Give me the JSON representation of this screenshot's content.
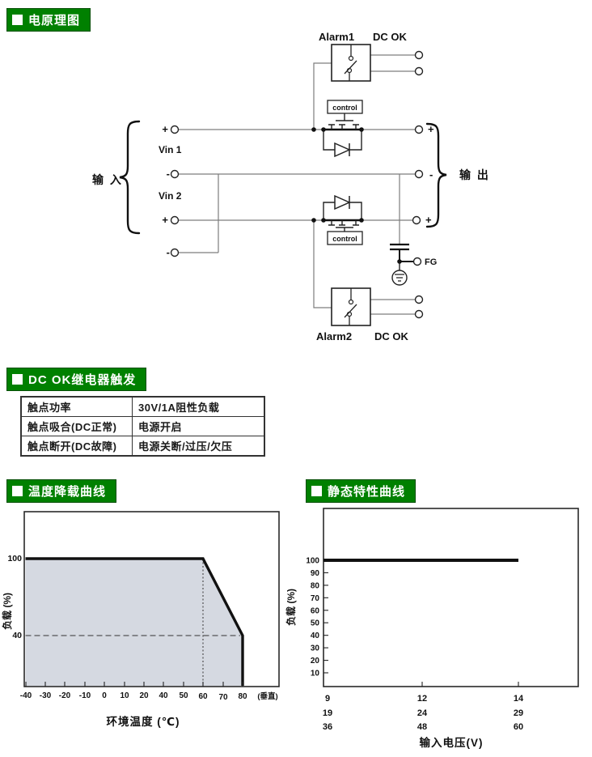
{
  "headers": {
    "schematic": "电原理图",
    "relay": "DC OK继电器触发",
    "derating": "温度降载曲线",
    "static_curve": "静态特性曲线"
  },
  "schematic": {
    "alarm1": "Alarm1",
    "alarm1_dcok": "DC OK",
    "alarm2": "Alarm2",
    "alarm2_dcok": "DC OK",
    "control1": "control",
    "control2": "control",
    "vin1": "Vin 1",
    "vin2": "Vin 2",
    "input": "输 入",
    "output": "输 出",
    "fg": "FG",
    "in1_plus": "+",
    "in1_minus": "-",
    "in2_plus": "+",
    "in2_minus": "-",
    "out1_plus": "+",
    "out_minus": "-",
    "out2_plus": "+"
  },
  "relay_table": {
    "rows": [
      {
        "label": "触点功率",
        "value": "30V/1A阻性负载"
      },
      {
        "label": "触点吸合(DC正常)",
        "value": "电源开启"
      },
      {
        "label": "触点断开(DC故障)",
        "value": "电源关断/过压/欠压"
      }
    ]
  },
  "chart_data": [
    {
      "type": "area",
      "title": "温度降载曲线",
      "xlabel": "环境温度 (℃)",
      "ylabel": "负载 (%)",
      "x_ticks": [
        "-40",
        "-30",
        "-20",
        "-10",
        "0",
        "10",
        "20",
        "40",
        "50",
        "60",
        "70",
        "80"
      ],
      "x_axis_note": "(垂直)",
      "y_ticks": [
        "100",
        "40"
      ],
      "ylim": [
        0,
        140
      ],
      "xlim": [
        -40,
        95
      ],
      "grid": "off",
      "area_fill": "#d5d9e1",
      "points": [
        {
          "temp_c": -40,
          "load_pct": 100
        },
        {
          "temp_c": 60,
          "load_pct": 100
        },
        {
          "temp_c": 80,
          "load_pct": 40
        },
        {
          "temp_c": 80,
          "load_pct": 0
        }
      ],
      "annotations": [
        "dashed horizontal guide at 40%",
        "dotted vertical guide at 60°C"
      ]
    },
    {
      "type": "line",
      "title": "静态特性曲线",
      "xlabel": "输入电压(V)",
      "ylabel": "负载 (%)",
      "y_ticks": [
        "100",
        "90",
        "80",
        "70",
        "60",
        "50",
        "40",
        "30",
        "20",
        "10"
      ],
      "x_tick_rows": [
        [
          "9",
          "12",
          "14"
        ],
        [
          "19",
          "24",
          "29"
        ],
        [
          "36",
          "48",
          "60"
        ]
      ],
      "ylim": [
        0,
        140
      ],
      "grid": "off",
      "series": [
        {
          "name": "负载",
          "points": [
            {
              "vin": 9,
              "load_pct": 100
            },
            {
              "vin": 14,
              "load_pct": 100
            }
          ]
        }
      ]
    }
  ]
}
